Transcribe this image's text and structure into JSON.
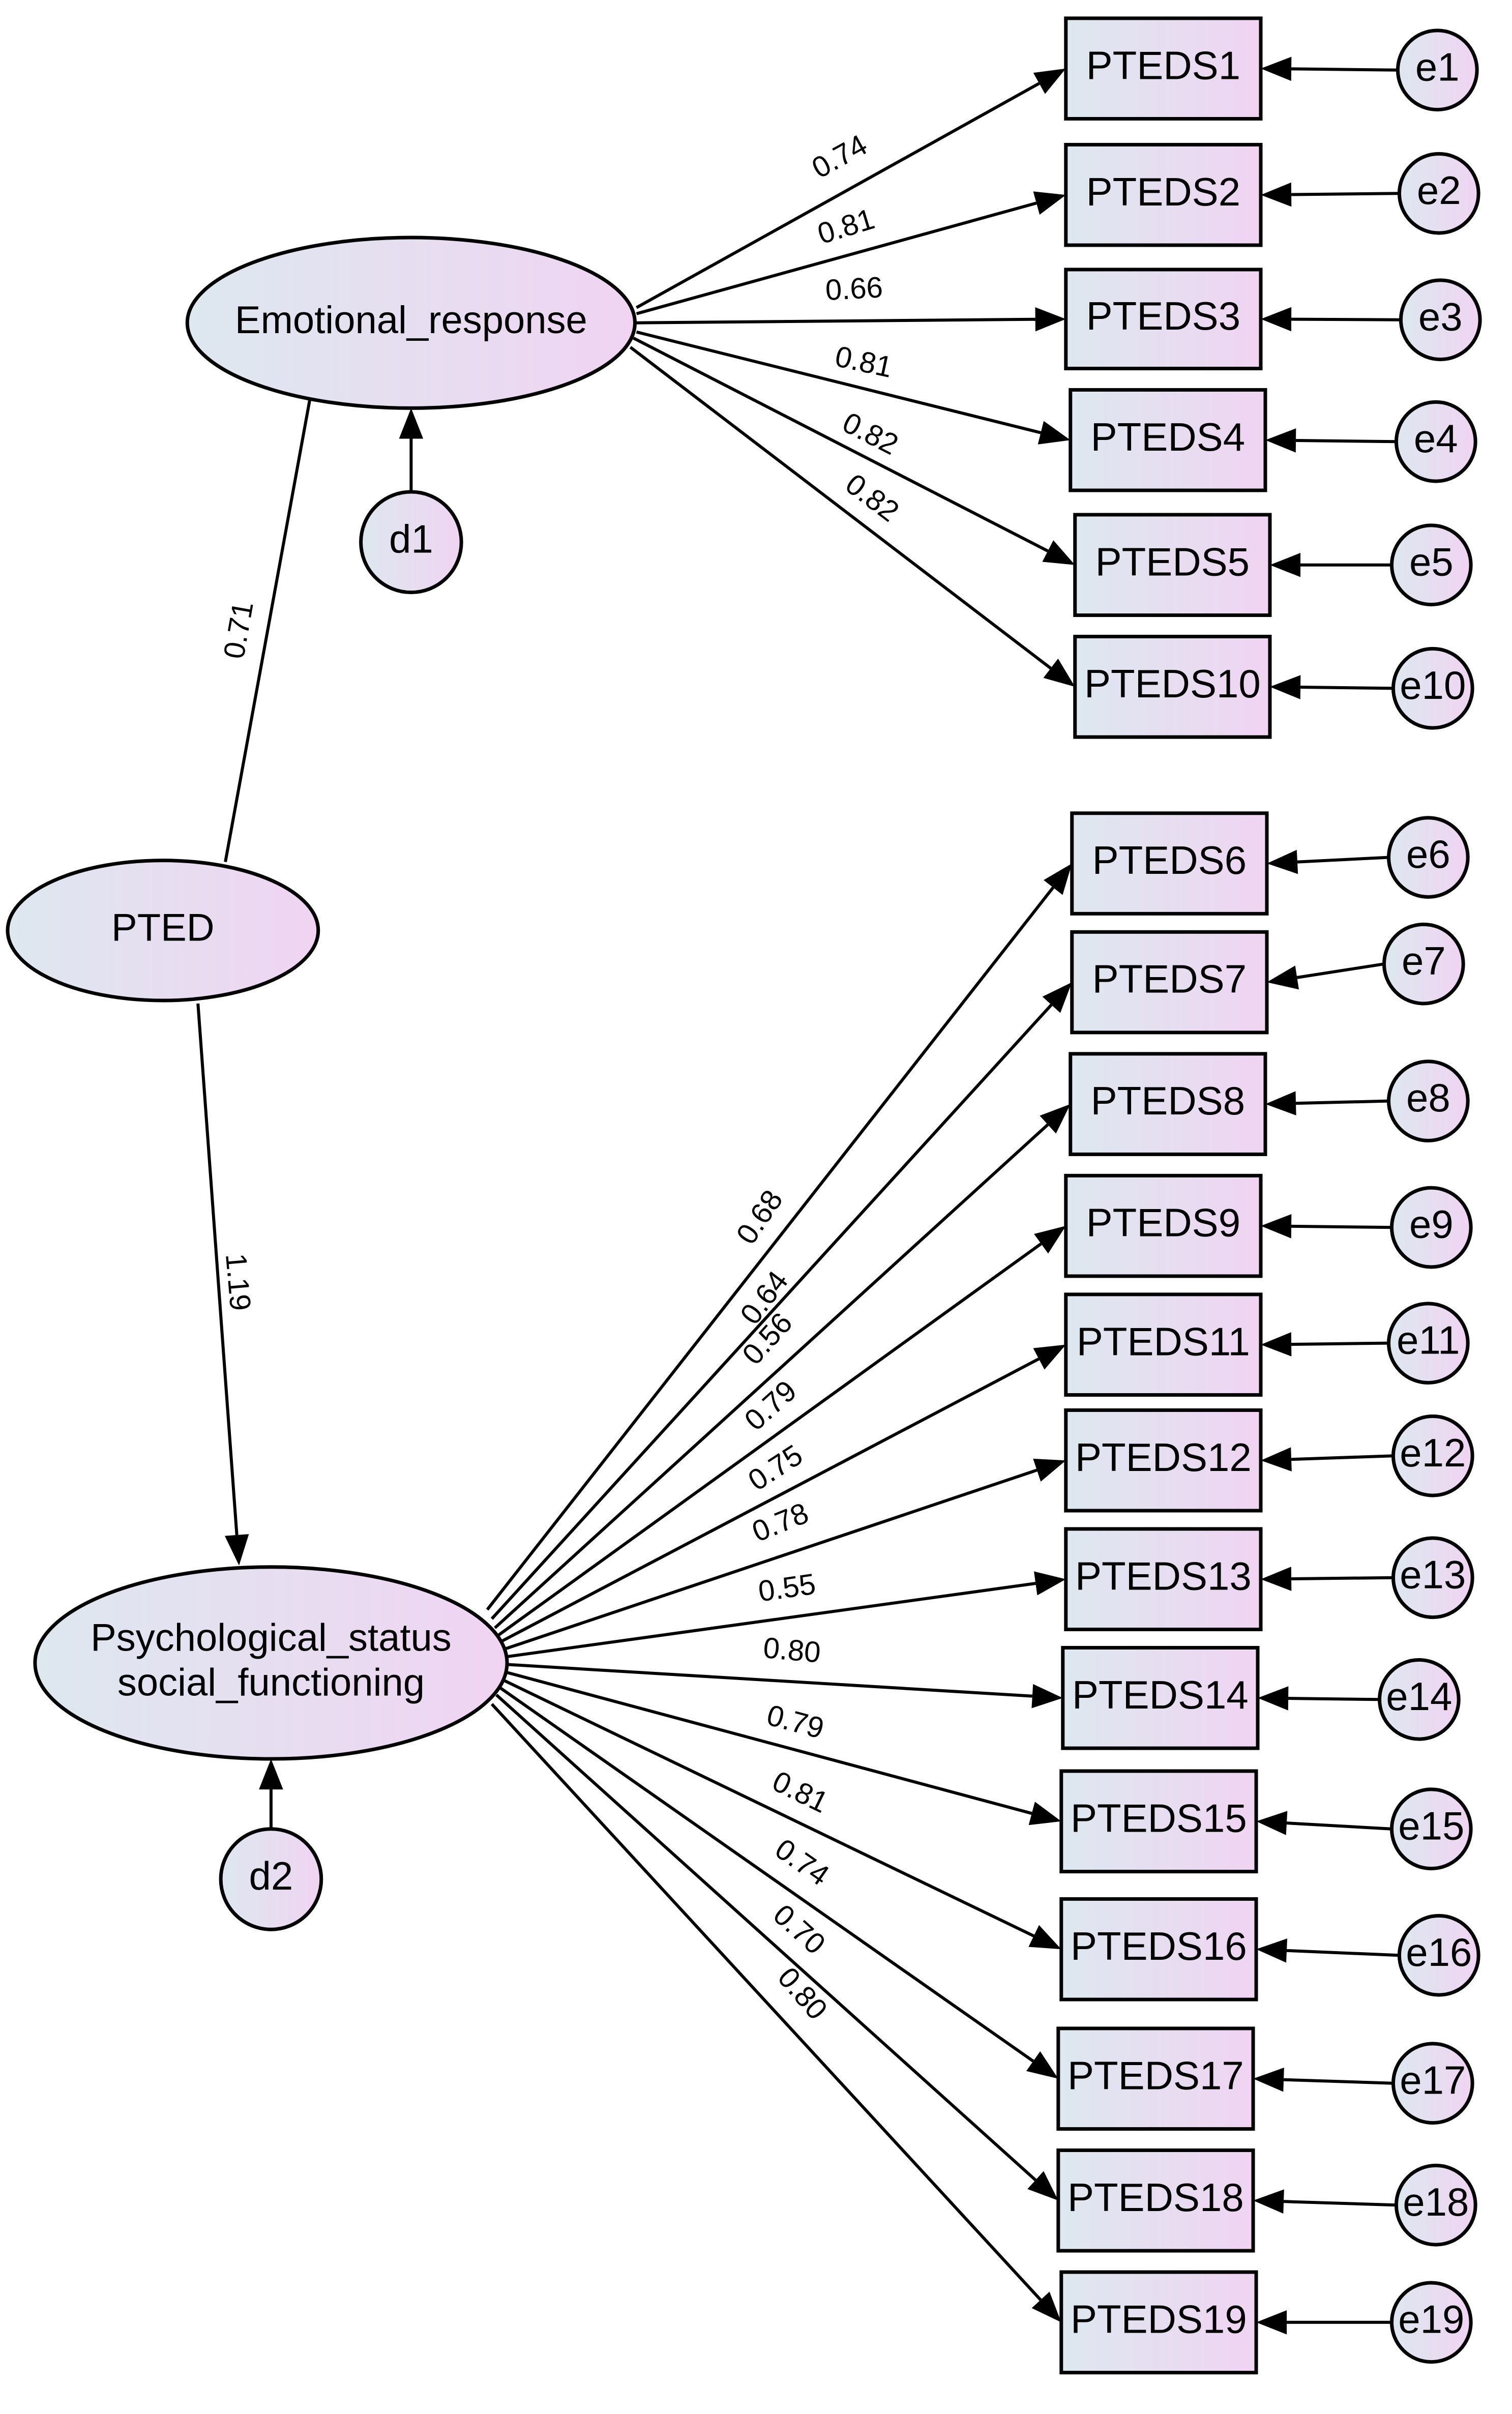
{
  "latents": [
    {
      "id": "PTED",
      "label": "PTED"
    },
    {
      "id": "ER",
      "label": "Emotional_response"
    },
    {
      "id": "PS",
      "label_lines": [
        "Psychological_status",
        "social_functioning"
      ]
    }
  ],
  "disturbances": [
    {
      "id": "d1",
      "label": "d1",
      "of": "ER"
    },
    {
      "id": "d2",
      "label": "d2",
      "of": "PS"
    }
  ],
  "structural_paths": [
    {
      "from": "PTED",
      "to": "ER",
      "weight": "0.71"
    },
    {
      "from": "PTED",
      "to": "PS",
      "weight": "1.19"
    }
  ],
  "indicators": [
    {
      "id": "PTEDS1",
      "label": "PTEDS1",
      "factor": "ER",
      "weight": "0.74",
      "error": "e1"
    },
    {
      "id": "PTEDS2",
      "label": "PTEDS2",
      "factor": "ER",
      "weight": "0.81",
      "error": "e2"
    },
    {
      "id": "PTEDS3",
      "label": "PTEDS3",
      "factor": "ER",
      "weight": "0.66",
      "error": "e3"
    },
    {
      "id": "PTEDS4",
      "label": "PTEDS4",
      "factor": "ER",
      "weight": "0.81",
      "error": "e4"
    },
    {
      "id": "PTEDS5",
      "label": "PTEDS5",
      "factor": "ER",
      "weight": "0.82",
      "error": "e5"
    },
    {
      "id": "PTEDS10",
      "label": "PTEDS10",
      "factor": "ER",
      "weight": "0.82",
      "error": "e10"
    },
    {
      "id": "PTEDS6",
      "label": "PTEDS6",
      "factor": "PS",
      "weight": "0.68",
      "error": "e6"
    },
    {
      "id": "PTEDS7",
      "label": "PTEDS7",
      "factor": "PS",
      "weight": "0.64",
      "error": "e7"
    },
    {
      "id": "PTEDS8",
      "label": "PTEDS8",
      "factor": "PS",
      "weight": "0.56",
      "error": "e8"
    },
    {
      "id": "PTEDS9",
      "label": "PTEDS9",
      "factor": "PS",
      "weight": "0.79",
      "error": "e9"
    },
    {
      "id": "PTEDS11",
      "label": "PTEDS11",
      "factor": "PS",
      "weight": "0.75",
      "error": "e11"
    },
    {
      "id": "PTEDS12",
      "label": "PTEDS12",
      "factor": "PS",
      "weight": "0.78",
      "error": "e12"
    },
    {
      "id": "PTEDS13",
      "label": "PTEDS13",
      "factor": "PS",
      "weight": "0.55",
      "error": "e13"
    },
    {
      "id": "PTEDS14",
      "label": "PTEDS14",
      "factor": "PS",
      "weight": "0.80",
      "error": "e14"
    },
    {
      "id": "PTEDS15",
      "label": "PTEDS15",
      "factor": "PS",
      "weight": "0.79",
      "error": "e15"
    },
    {
      "id": "PTEDS16",
      "label": "PTEDS16",
      "factor": "PS",
      "weight": "0.81",
      "error": "e16"
    },
    {
      "id": "PTEDS17",
      "label": "PTEDS17",
      "factor": "PS",
      "weight": "0.74",
      "error": "e17"
    },
    {
      "id": "PTEDS18",
      "label": "PTEDS18",
      "factor": "PS",
      "weight": "0.70",
      "error": "e18"
    },
    {
      "id": "PTEDS19",
      "label": "PTEDS19",
      "factor": "PS",
      "weight": "0.80",
      "error": "e19"
    }
  ],
  "colors": {
    "fill_start": "#dde8ef",
    "fill_end": "#f0d4f2",
    "stroke": "#000000"
  }
}
